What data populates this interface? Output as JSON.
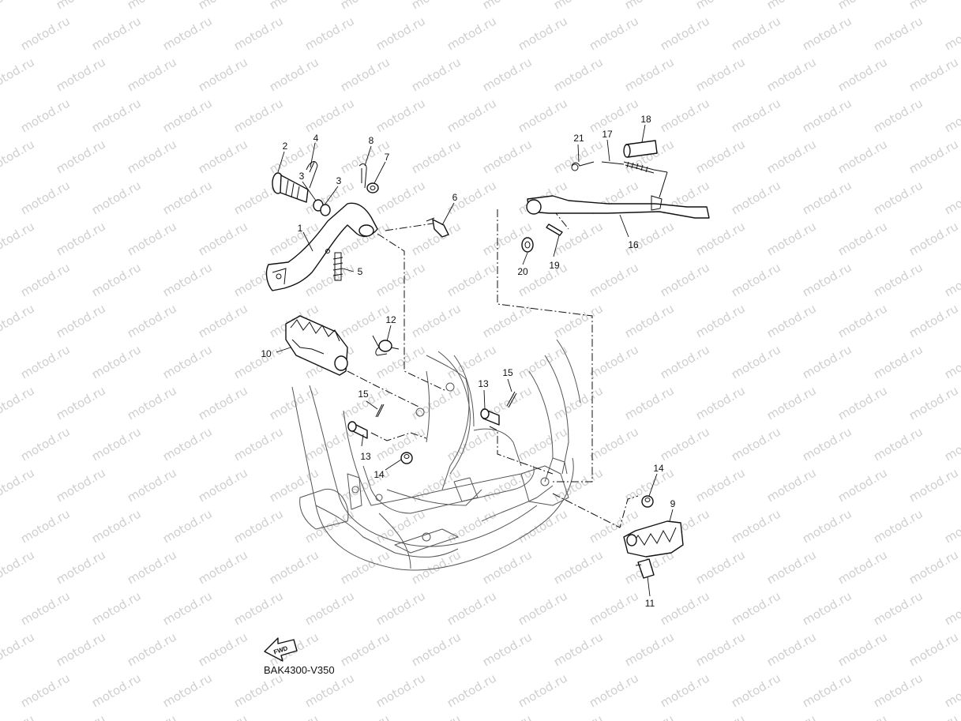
{
  "watermark": "motod.ru",
  "diagram_code": "BAK4300-V350",
  "fwd_badge": "FWD",
  "parts": {
    "p1": "1",
    "p2": "2",
    "p3a": "3",
    "p3b": "3",
    "p4": "4",
    "p5": "5",
    "p6": "6",
    "p7": "7",
    "p8": "8",
    "p9": "9",
    "p10": "10",
    "p11": "11",
    "p12": "12",
    "p13a": "13",
    "p13b": "13",
    "p14a": "14",
    "p14b": "14",
    "p15a": "15",
    "p15b": "15",
    "p16": "16",
    "p17": "17",
    "p18": "18",
    "p19": "19",
    "p20": "20",
    "p21": "21"
  }
}
